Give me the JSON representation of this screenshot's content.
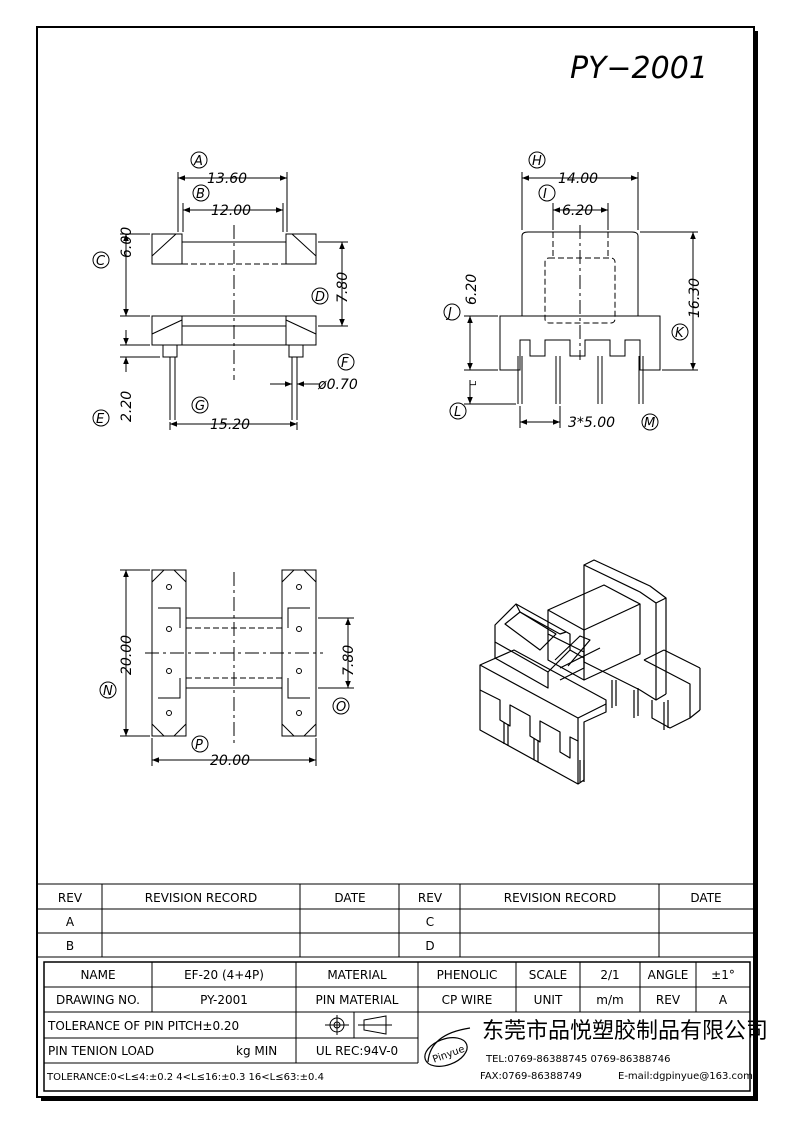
{
  "drawing_number_title": "PY−2001",
  "front_view": {
    "balloons": [
      "A",
      "B",
      "C",
      "D",
      "E",
      "F",
      "G"
    ],
    "dims": {
      "A": "13.60",
      "B": "12.00",
      "C": "6.00",
      "D": "7.80",
      "E": "2.20",
      "F": "ø0.70",
      "G": "15.20"
    }
  },
  "side_view": {
    "balloons": [
      "H",
      "I",
      "J",
      "K",
      "L",
      "M"
    ],
    "dims": {
      "H": "14.00",
      "I": "6.20",
      "J": "6.20",
      "K": "16.30",
      "L_small": "L",
      "M": "3*5.00"
    }
  },
  "top_view": {
    "balloons": [
      "N",
      "O",
      "P"
    ],
    "dims": {
      "N": "20.00",
      "O": "7.80",
      "P": "20.00"
    }
  },
  "revision_table": {
    "headers": [
      "REV",
      "REVISION RECORD",
      "DATE",
      "REV",
      "REVISION RECORD",
      "DATE"
    ],
    "rows": [
      [
        "A",
        "",
        "",
        "C",
        "",
        ""
      ],
      [
        "B",
        "",
        "",
        "D",
        "",
        ""
      ]
    ]
  },
  "title_block": {
    "name_label": "NAME",
    "name_value": "EF-20 (4+4P)",
    "material_label": "MATERIAL",
    "material_value": "PHENOLIC",
    "scale_label": "SCALE",
    "scale_value": "2/1",
    "angle_label": "ANGLE",
    "angle_value": "±1°",
    "drawing_no_label": "DRAWING NO.",
    "drawing_no_value": "PY-2001",
    "pin_material_label": "PIN MATERIAL",
    "pin_material_value": "CP WIRE",
    "unit_label": "UNIT",
    "unit_value": "m/m",
    "rev_label": "REV",
    "rev_value": "A",
    "pitch_tolerance": "TOLERANCE OF PIN PITCH±0.20",
    "pin_tension": "PIN TENION LOAD",
    "pin_tension_unit": "kg MIN",
    "ul_rec": "UL REC:94V-0",
    "tolerance_line": "TOLERANCE:0<L≤4:±0.2   4<L≤16:±0.3   16<L≤63:±0.4",
    "logo_text": "Pinyue",
    "company_name": "东莞市品悦塑胶制品有限公司",
    "tel": "TEL:0769-86388745     0769-86388746",
    "fax": "FAX:0769-86388749",
    "email": "E-mail:dgpinyue@163.com"
  }
}
